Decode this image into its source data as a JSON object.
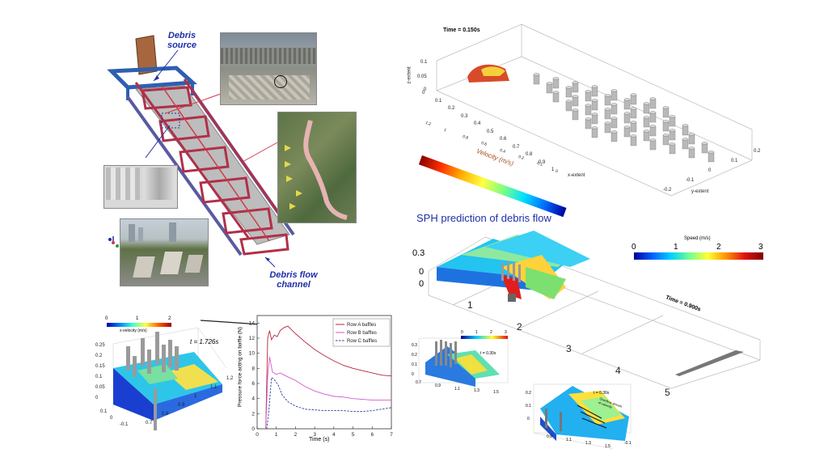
{
  "labels": {
    "debris_source": [
      "Debris",
      "source"
    ],
    "debris_flow_channel": [
      "Debris flow",
      "channel"
    ],
    "sph_title": "SPH prediction of debris flow"
  },
  "top_right_plot": {
    "time_label": "Time = 0.150s",
    "z_axis_label": "z-extent",
    "x_axis_label": "x-extent",
    "y_axis_label": "y-extent",
    "z_ticks": [
      "0.1",
      "0.05",
      "0"
    ],
    "x_ticks": [
      "0",
      "0.1",
      "0.2",
      "0.3",
      "0.4",
      "0.5",
      "0.6",
      "0.7",
      "0.8",
      "0.9",
      "1"
    ],
    "y_ticks": [
      "-0.2",
      "-0.1",
      "0",
      "0.1",
      "0.2"
    ],
    "colorbar_label": "Velocity (m/s)",
    "colorbar_ticks": [
      "1.2",
      "1",
      "0.8",
      "0.6",
      "0.4",
      "0.2",
      "0.1",
      "0"
    ]
  },
  "mid_right_plot": {
    "speed_label": "Speed (m/s)",
    "speed_ticks": [
      "0",
      "1",
      "2",
      "3"
    ],
    "time_label": "Time = 0.900s",
    "z_ticks": [
      "0.3",
      "0",
      "0"
    ],
    "x_ticks": [
      "1",
      "2",
      "3",
      "4",
      "5"
    ]
  },
  "bottom_left_plot": {
    "colorbar_label": "x-velocity (m/s)",
    "colorbar_ticks": [
      "0",
      "1",
      "2"
    ],
    "time_label": "t = 1.726s",
    "z_ticks": [
      "0.25",
      "0.2",
      "0.15",
      "0.1",
      "0.05",
      "0"
    ],
    "y_ticks": [
      "0.1",
      "0",
      "-0.1"
    ],
    "x_ticks": [
      "0.7",
      "0.8",
      "0.9",
      "1",
      "1.1",
      "1.2"
    ]
  },
  "small_plot_1": {
    "colorbar_ticks": [
      "0",
      "1",
      "2",
      "3"
    ],
    "time_label": "t = 0.30s",
    "z_ticks": [
      "0.3",
      "0.2",
      "0.1",
      "0"
    ],
    "x_ticks": [
      "0.7",
      "0.9",
      "1.1",
      "1.3",
      "1.5"
    ]
  },
  "small_plot_2": {
    "time_label": "t = 0.30s",
    "annotation": "Overflow stream of velocity",
    "z_ticks": [
      "0.2",
      "0.1",
      "0"
    ],
    "x_ticks": [
      "0.9",
      "1.1",
      "1.3",
      "1.5",
      "-0.1"
    ]
  },
  "colors": {
    "annotation_blue": "#1e2fa8",
    "row_a": "#b5263a",
    "row_b": "#d45ac8",
    "row_c": "#2a3c9c"
  },
  "chart_data": {
    "type": "line",
    "title": "",
    "xlabel": "Time (s)",
    "ylabel": "Pressure force acting on baffle (N)",
    "xlim": [
      0,
      7
    ],
    "ylim": [
      0,
      15
    ],
    "x_ticks": [
      0,
      1,
      2,
      3,
      4,
      5,
      6,
      7
    ],
    "y_ticks": [
      0,
      2,
      4,
      6,
      8,
      10,
      12,
      14
    ],
    "legend_position": "top-right",
    "series": [
      {
        "name": "Row A baffles",
        "style": "solid",
        "color": "#b5263a",
        "x": [
          0.45,
          0.55,
          0.65,
          0.75,
          0.9,
          1.05,
          1.2,
          1.4,
          1.6,
          2.0,
          2.5,
          3.0,
          3.5,
          4.0,
          4.5,
          5.0,
          5.5,
          6.0,
          6.5,
          7.0
        ],
        "y": [
          0,
          12.0,
          13.0,
          11.8,
          12.4,
          12.2,
          13.0,
          13.4,
          13.6,
          12.6,
          11.5,
          10.5,
          9.7,
          9.0,
          8.4,
          8.0,
          7.7,
          7.4,
          7.1,
          7.0
        ]
      },
      {
        "name": "Row B baffles",
        "style": "solid",
        "color": "#d45ac8",
        "x": [
          0.45,
          0.55,
          0.65,
          0.8,
          1.0,
          1.2,
          1.5,
          2.0,
          2.5,
          3.0,
          3.5,
          4.0,
          4.5,
          5.0,
          5.5,
          6.0,
          6.5,
          7.0
        ],
        "y": [
          0,
          7.0,
          9.5,
          7.5,
          7.2,
          7.4,
          7.0,
          6.4,
          5.6,
          5.0,
          4.6,
          4.3,
          4.2,
          4.0,
          3.9,
          3.8,
          3.8,
          3.8
        ]
      },
      {
        "name": "Row C baffles",
        "style": "dashed",
        "color": "#2a3c9c",
        "x": [
          0.5,
          0.6,
          0.75,
          0.9,
          1.1,
          1.3,
          1.6,
          2.0,
          2.5,
          3.0,
          3.5,
          4.0,
          4.5,
          5.0,
          5.5,
          6.0,
          6.5,
          7.0
        ],
        "y": [
          0,
          2.0,
          6.8,
          6.5,
          5.8,
          4.5,
          3.6,
          3.0,
          2.6,
          2.5,
          2.4,
          2.4,
          2.4,
          2.3,
          2.3,
          2.4,
          2.6,
          2.8
        ]
      }
    ]
  }
}
